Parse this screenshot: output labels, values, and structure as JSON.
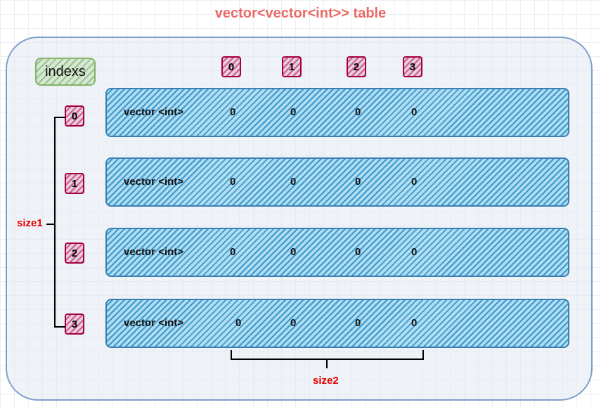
{
  "title": "vector<vector<int>>  table",
  "indexs_label": "indexs",
  "column_indices": [
    "0",
    "1",
    "2",
    "3"
  ],
  "row_indices": [
    "0",
    "1",
    "2",
    "3"
  ],
  "rows": [
    {
      "label": "vector <int>",
      "values": [
        "0",
        "0",
        "0",
        "0"
      ]
    },
    {
      "label": "vector <int>",
      "values": [
        "0",
        "0",
        "0",
        "0"
      ]
    },
    {
      "label": "vector <int>",
      "values": [
        "0",
        "0",
        "0",
        "0"
      ]
    },
    {
      "label": "vector <int>",
      "values": [
        "0",
        "0",
        "0",
        "0"
      ]
    }
  ],
  "size1_label": "size1",
  "size2_label": "size2",
  "colors": {
    "title": "#ea6b66",
    "row_fill": "#b1ddf0",
    "row_hatch": "#288cc8",
    "badge_hatch": "#c8326e",
    "indexs_fill": "#d5e8d4",
    "size_label": "#e60000"
  }
}
